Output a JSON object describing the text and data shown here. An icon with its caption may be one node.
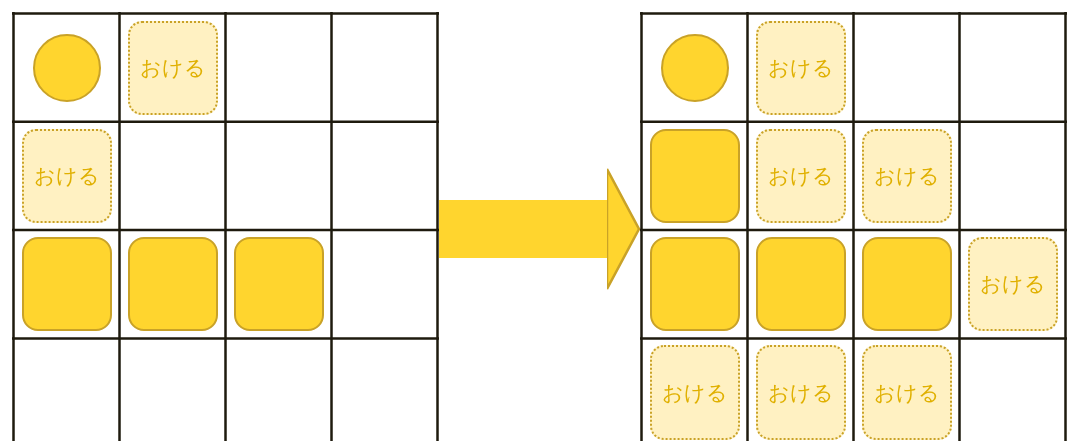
{
  "diagram": {
    "nodes": [
      {
        "text": [],
        "shape": "box"
      },
      {
        "text": [],
        "shape": "circle",
        "in": 0
      },
      {
        "text": [
          "おける"
        ],
        "in": 0
      },
      {
        "text": [
          "おける"
        ],
        "in": 0
      },
      {
        "text": [],
        "shape": "box",
        "in": 0
      },
      {
        "text": [],
        "shape": "box",
        "in": 0
      },
      {
        "text": [],
        "shape": "box",
        "in": 0
      },
      {
        "text": [],
        "shape": "box"
      },
      {
        "text": [],
        "shape": "circle",
        "in": 7
      },
      {
        "text": [
          "おける"
        ],
        "in": 7
      },
      {
        "text": [],
        "shape": "box",
        "in": 7
      },
      {
        "text": [
          "おける"
        ],
        "in": 7
      },
      {
        "text": [
          "おける"
        ],
        "in": 7
      },
      {
        "text": [],
        "shape": "box",
        "in": 7
      },
      {
        "text": [],
        "shape": "box",
        "in": 7
      },
      {
        "text": [],
        "shape": "box",
        "in": 7
      },
      {
        "text": [
          "おける"
        ],
        "in": 7
      },
      {
        "text": [
          "おける"
        ],
        "in": 7
      },
      {
        "text": [
          "おける"
        ],
        "in": 7
      },
      {
        "text": [
          "おける"
        ],
        "in": 7
      }
    ],
    "edges": [
      {
        "from": 0,
        "to": 7,
        "arrow": "to"
      }
    ]
  }
}
